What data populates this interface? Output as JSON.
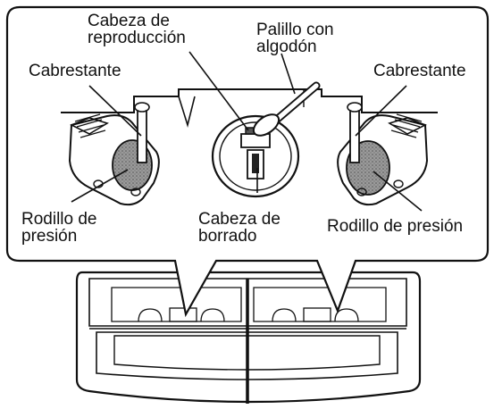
{
  "labels": {
    "playback_head": {
      "line1": "Cabeza de",
      "line2": "reproducción"
    },
    "cotton_swab": {
      "line1": "Palillo con",
      "line2": "algodón"
    },
    "capstan_left": "Cabrestante",
    "capstan_right": "Cabrestante",
    "pinch_roller_left": {
      "line1": "Rodillo de",
      "line2": "presión"
    },
    "erase_head": {
      "line1": "Cabeza de",
      "line2": "borrado"
    },
    "pinch_roller_right": "Rodillo de presión"
  },
  "colors": {
    "line": "#111111",
    "rubber_fill": "#8c8c8c",
    "background": "#ffffff"
  }
}
